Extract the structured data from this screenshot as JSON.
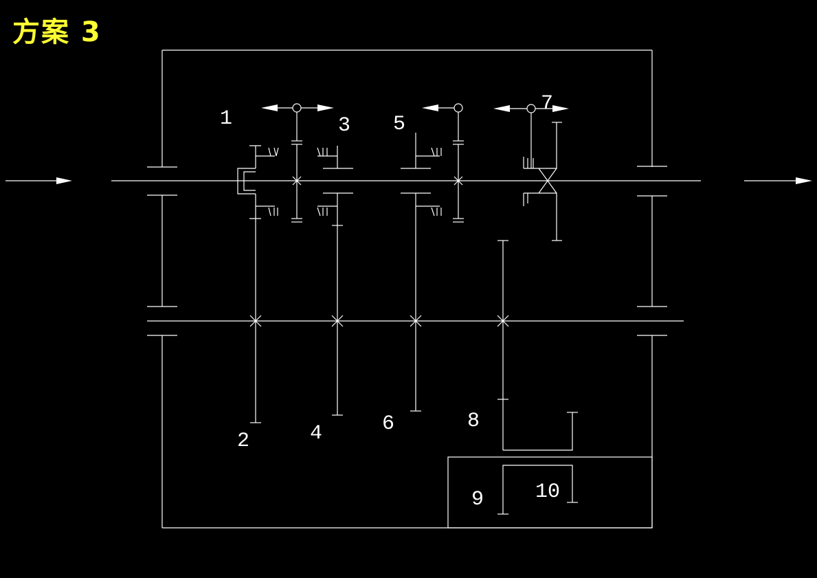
{
  "title": "方案 3",
  "labels": {
    "l1": "1",
    "l2": "2",
    "l3": "3",
    "l4": "4",
    "l5": "5",
    "l6": "6",
    "l7": "7",
    "l8": "8",
    "l9": "9",
    "l10": "10"
  },
  "colors": {
    "background": "#000000",
    "lines": "#ffffff",
    "title": "#ffff33"
  }
}
